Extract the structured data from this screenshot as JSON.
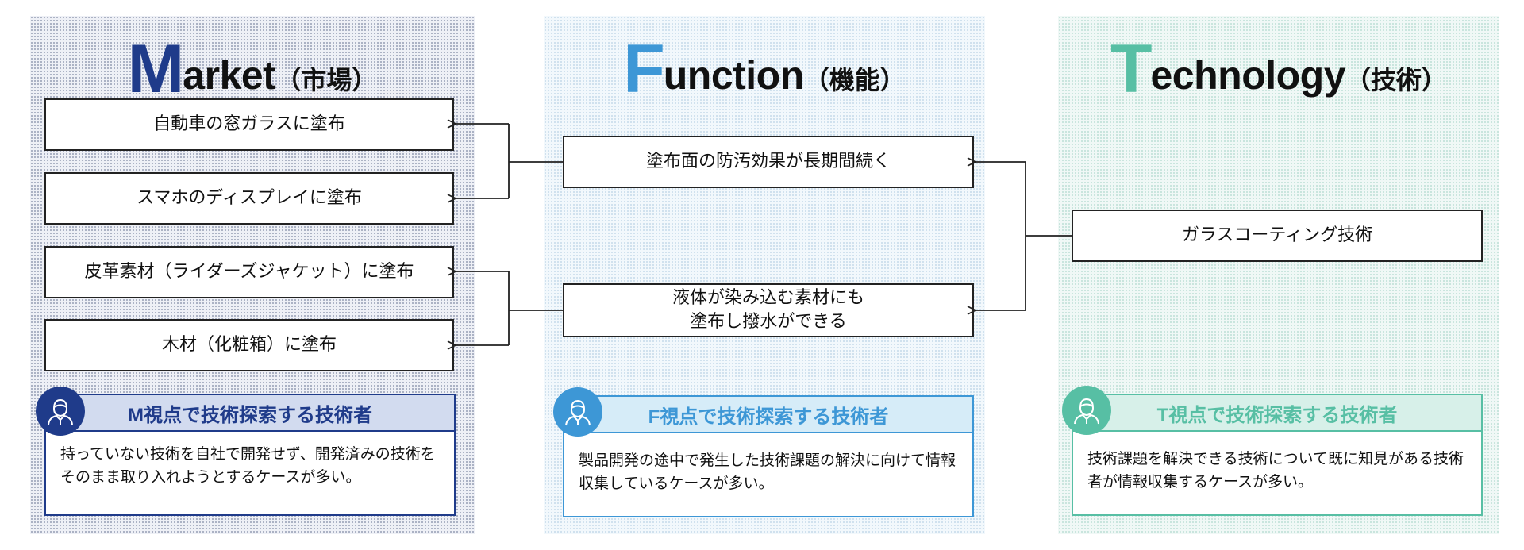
{
  "columns": {
    "market": {
      "initial": "M",
      "word": "arket",
      "sub": "（市場）",
      "items": [
        "自動車の窓ガラスに塗布",
        "スマホのディスプレイに塗布",
        "皮革素材（ライダーズジャケット）に塗布",
        "木材（化粧箱）に塗布"
      ],
      "persona": {
        "title": "M視点で技術探索する技術者",
        "desc": "持っていない技術を自社で開発せず、開発済みの技術をそのまま取り入れようとするケースが多い。",
        "icon": "engineer-avatar-icon"
      }
    },
    "function": {
      "initial": "F",
      "word": "unction",
      "sub": "（機能）",
      "items": [
        "塗布面の防汚効果が長期間続く",
        "液体が染み込む素材にも\n塗布し撥水ができる"
      ],
      "persona": {
        "title": "F視点で技術探索する技術者",
        "desc": "製品開発の途中で発生した技術課題の解決に向けて情報収集しているケースが多い。",
        "icon": "engineer-avatar-icon"
      }
    },
    "technology": {
      "initial": "T",
      "word": "echnology",
      "sub": "（技術）",
      "items": [
        "ガラスコーティング技術"
      ],
      "persona": {
        "title": "T視点で技術探索する技術者",
        "desc": "技術課題を解決できる技術について既に知見がある技術者が情報収集するケースが多い。",
        "icon": "engineer-avatar-icon"
      }
    }
  },
  "colors": {
    "market": "#1f3b8a",
    "function": "#3d97d6",
    "technology": "#57bfa4"
  }
}
